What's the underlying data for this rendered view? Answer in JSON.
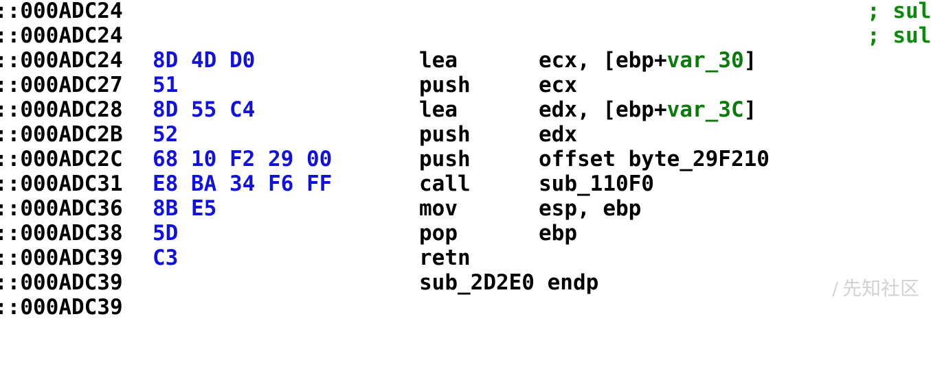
{
  "lines": [
    {
      "addr": "::000ADC24",
      "bytes": "",
      "mnemonic": "",
      "operand_pre": "",
      "operand_var": "",
      "operand_post": "",
      "comment": "; sul"
    },
    {
      "addr": "::000ADC24",
      "bytes": "",
      "mnemonic": "",
      "operand_pre": "",
      "operand_var": "",
      "operand_post": "",
      "comment": "; sul"
    },
    {
      "addr": "::000ADC24",
      "bytes": "8D 4D D0",
      "mnemonic": "lea",
      "operand_pre": "ecx, [ebp+",
      "operand_var": "var_30",
      "operand_post": "]",
      "comment": ""
    },
    {
      "addr": "::000ADC27",
      "bytes": "51",
      "mnemonic": "push",
      "operand_pre": "ecx",
      "operand_var": "",
      "operand_post": "",
      "comment": ""
    },
    {
      "addr": "::000ADC28",
      "bytes": "8D 55 C4",
      "mnemonic": "lea",
      "operand_pre": "edx, [ebp+",
      "operand_var": "var_3C",
      "operand_post": "]",
      "comment": ""
    },
    {
      "addr": "::000ADC2B",
      "bytes": "52",
      "mnemonic": "push",
      "operand_pre": "edx",
      "operand_var": "",
      "operand_post": "",
      "comment": ""
    },
    {
      "addr": "::000ADC2C",
      "bytes": "68 10 F2 29 00",
      "mnemonic": "push",
      "operand_pre": "offset byte_29F210",
      "operand_var": "",
      "operand_post": "",
      "comment": ""
    },
    {
      "addr": "::000ADC31",
      "bytes": "E8 BA 34 F6 FF",
      "mnemonic": "call",
      "operand_pre": "sub_110F0",
      "operand_var": "",
      "operand_post": "",
      "comment": ""
    },
    {
      "addr": "::000ADC36",
      "bytes": "8B E5",
      "mnemonic": "mov",
      "operand_pre": "esp, ebp",
      "operand_var": "",
      "operand_post": "",
      "comment": ""
    },
    {
      "addr": "::000ADC38",
      "bytes": "5D",
      "mnemonic": "pop",
      "operand_pre": "ebp",
      "operand_var": "",
      "operand_post": "",
      "comment": ""
    },
    {
      "addr": "::000ADC39",
      "bytes": "C3",
      "mnemonic": "retn",
      "operand_pre": "",
      "operand_var": "",
      "operand_post": "",
      "comment": ""
    },
    {
      "addr": "::000ADC39",
      "bytes": "",
      "mnemonic": "sub_2D2E0 endp",
      "operand_pre": "",
      "operand_var": "",
      "operand_post": "",
      "comment": ""
    },
    {
      "addr": "::000ADC39",
      "bytes": "",
      "mnemonic": "",
      "operand_pre": "",
      "operand_var": "",
      "operand_post": "",
      "comment": ""
    }
  ],
  "watermark": {
    "text": "先知社区",
    "icon": "zhi-logo-icon"
  },
  "colors": {
    "address": "#000000",
    "opcode_bytes": "#1010e0",
    "mnemonic": "#000000",
    "variable": "#0a7a0a",
    "comment": "#0a8a0a",
    "background": "#ffffff"
  }
}
